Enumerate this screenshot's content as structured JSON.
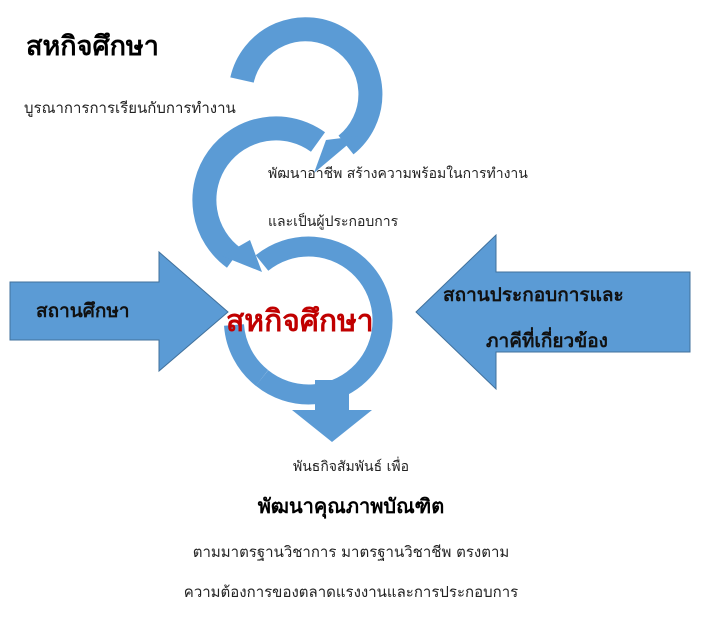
{
  "title": "สหกิจศึกษา",
  "subtitle": "บูรณาการการเรียนกับการทำงาน",
  "cycle_text": {
    "line1": "พัฒนาอาชีพ สร้างความพร้อมในการทำงาน",
    "line2": "และเป็นผู้ประกอบการ"
  },
  "center_label": "สหกิจศึกษา",
  "left_arrow_label": "สถานศึกษา",
  "right_arrow_label": {
    "line1": "สถานประกอบการและ",
    "line2": "ภาคีที่เกี่ยวข้อง"
  },
  "outcome": {
    "line1": "พันธกิจสัมพันธ์ เพื่อ",
    "line2": "พัฒนาคุณภาพบัณฑิต",
    "line3": "ตามมาตรฐานวิชาการ มาตรฐานวิชาชีพ ตรงตาม",
    "line4": "ความต้องการของตลาดแรงงานและการประกอบการ"
  },
  "colors": {
    "arrow_fill": "#5b9bd5",
    "arrow_stroke": "#41719c",
    "center_text": "#c00000"
  }
}
